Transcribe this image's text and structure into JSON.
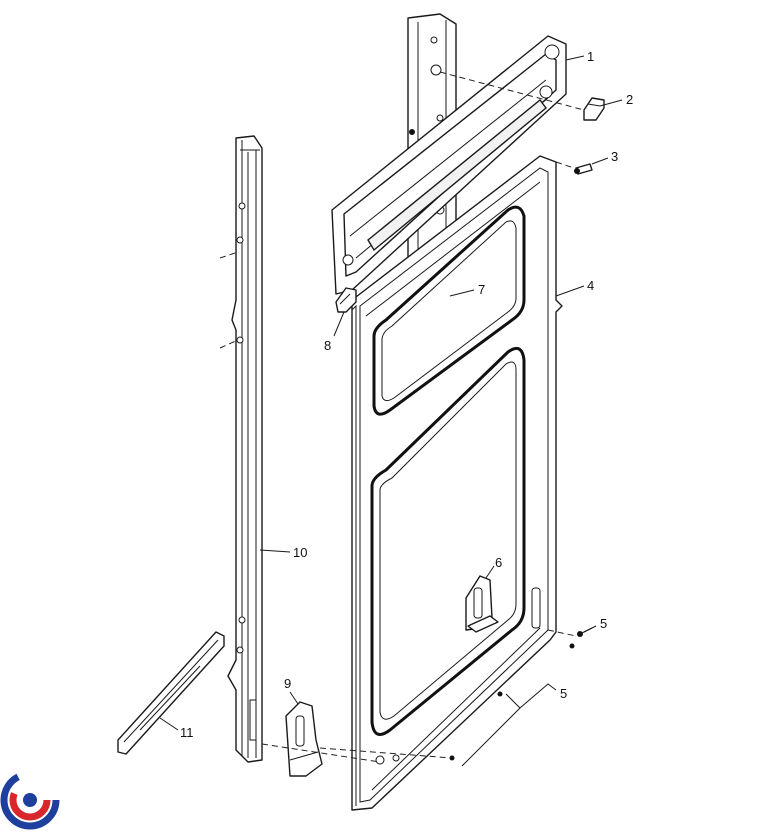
{
  "callouts": {
    "c1": "1",
    "c2": "2",
    "c3": "3",
    "c4": "4",
    "c5a": "5",
    "c5b": "5",
    "c6": "6",
    "c7": "7",
    "c8": "8",
    "c9": "9",
    "c10": "10",
    "c11": "11"
  },
  "logo": {
    "colors": [
      "#1f3f9e",
      "#d9262c"
    ]
  }
}
